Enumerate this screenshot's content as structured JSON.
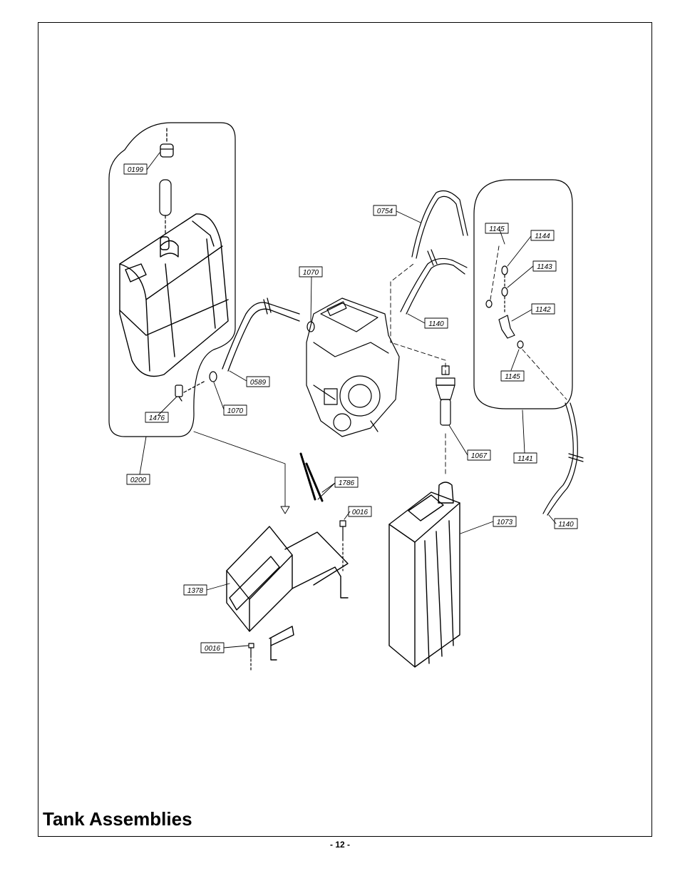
{
  "page": {
    "title": "Tank Assemblies",
    "page_number": "- 12 -"
  },
  "callouts": [
    {
      "id": "c-0199",
      "text": "0199"
    },
    {
      "id": "c-0754",
      "text": "0754"
    },
    {
      "id": "c-1145a",
      "text": "1145"
    },
    {
      "id": "c-1144",
      "text": "1144"
    },
    {
      "id": "c-1143",
      "text": "1143"
    },
    {
      "id": "c-1142",
      "text": "1142"
    },
    {
      "id": "c-1070a",
      "text": "1070"
    },
    {
      "id": "c-1140a",
      "text": "1140"
    },
    {
      "id": "c-1145b",
      "text": "1145"
    },
    {
      "id": "c-0589",
      "text": "0589"
    },
    {
      "id": "c-1476",
      "text": "1476"
    },
    {
      "id": "c-1070b",
      "text": "1070"
    },
    {
      "id": "c-1067",
      "text": "1067"
    },
    {
      "id": "c-1141",
      "text": "1141"
    },
    {
      "id": "c-0200",
      "text": "0200"
    },
    {
      "id": "c-1786",
      "text": "1786"
    },
    {
      "id": "c-0016a",
      "text": "0016"
    },
    {
      "id": "c-1073",
      "text": "1073"
    },
    {
      "id": "c-1140b",
      "text": "1140"
    },
    {
      "id": "c-1378",
      "text": "1378"
    },
    {
      "id": "c-0016b",
      "text": "0016"
    }
  ]
}
